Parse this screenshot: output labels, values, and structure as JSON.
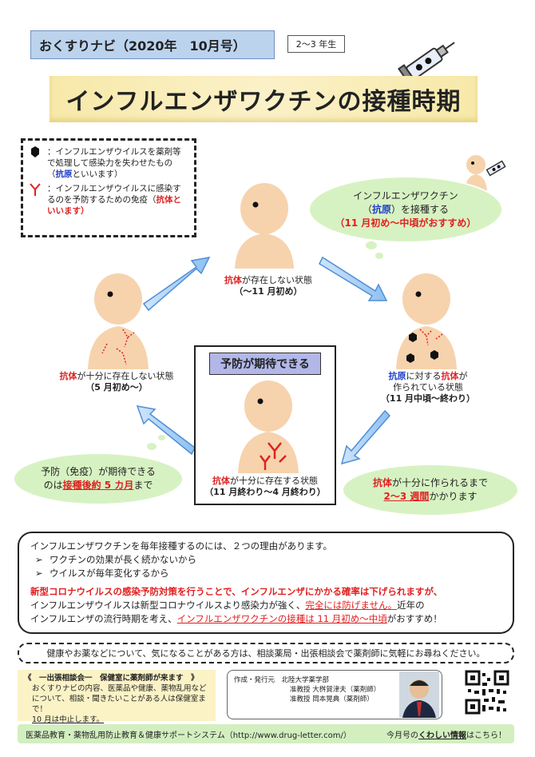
{
  "header": {
    "title": "おくすりナビ（2020年　10月号）",
    "grade": "2～3 年生",
    "main_title": "インフルエンザワクチンの接種時期"
  },
  "legend": {
    "antigen_pre": "：インフルエンザウイルスを薬剤等で処理して感染力を失わせたもの（",
    "antigen_word": "抗原",
    "antigen_post": "といいます）",
    "antibody_pre": "：インフルエンザウイルスに感染するのを予防するための免疫（",
    "antibody_word": "抗体",
    "antibody_post": "といいます）"
  },
  "cycle": {
    "top": {
      "red": "抗体",
      "rest": "が存在しない状態",
      "period": "（～11 月初め）"
    },
    "right": {
      "blue1": "抗原",
      "mid1": "に対する",
      "red": "抗体",
      "mid2": "が",
      "line2": "作られている状態",
      "period": "（11 月中頃～終わり）"
    },
    "left": {
      "red": "抗体",
      "rest": "が十分に存在しない状態",
      "period": "（5 月初め～）"
    },
    "center": {
      "label": "予防が期待できる",
      "red": "抗体",
      "rest": "が十分に存在する状態",
      "period": "（11 月終わり～4 月終わり）"
    }
  },
  "clouds": {
    "vaccine": {
      "line1": "インフルエンザワクチン",
      "open": "（",
      "blue": "抗原",
      "close": "）を接種する",
      "red": "（11 月初め～中頃がおすすめ）"
    },
    "weeks": {
      "red": "抗体",
      "mid": "が十分に作られるまで",
      "red_u": "2～3 週間",
      "post": "かかります"
    },
    "months": {
      "line1": "予防（免疫）が期待できる",
      "pre": "のは",
      "red_u": "接種後約 5 カ月",
      "post": "まで"
    }
  },
  "reasons": {
    "intro": "インフルエンザワクチンを毎年接種するのには、２つの理由があります。",
    "items": [
      "ワクチンの効果が長く続かないから",
      "ウイルスが毎年変化するから"
    ],
    "p_red": "新型コロナウイルスの感染予防対策を行うことで、インフルエンザにかかる確率は下げられますが、",
    "p_1": "インフルエンザウイルスは新型コロナウイルスより感染力が強く、",
    "p_red2": "完全には防げません。",
    "p_2": "近年の",
    "p_3": "インフルエンザの流行時期を考え、",
    "p_red_u": "インフルエンザワクチンの接種は 11 月初め～中頃",
    "p_4": "がおすすめ！"
  },
  "consult": "健康やお薬などについて、気になることがある方は、相談薬局・出張相談会で薬剤師に気軽にお尋ねください。",
  "notice": {
    "title": "《　一出張相談会一　保健室に薬剤師が来ます　》",
    "body": "おくすりナビの内容、医薬品や健康、薬物乱用など について、相談・聞きたいことがある人は保健室まで！",
    "stop": "10 月は中止します。"
  },
  "credits": {
    "label": "作成・発行元",
    "org": "北陸大学薬学部",
    "p1": "准教授 大桝賀津夫（薬剤師）",
    "p2": "准教授 岡本晃典（薬剤師）"
  },
  "footer": {
    "left": "医薬品教育・薬物乱用防止教育＆健康サポートシステム（http://www.drug-letter.com/）",
    "right_pre": "今月号の",
    "right_u": "くわしい情報",
    "right_post": "はこちら！"
  },
  "colors": {
    "accent_red": "#e12020",
    "accent_blue": "#1e3cc8",
    "cloud_green": "#d7f2c2",
    "title_blue": "#bcd3ee"
  }
}
